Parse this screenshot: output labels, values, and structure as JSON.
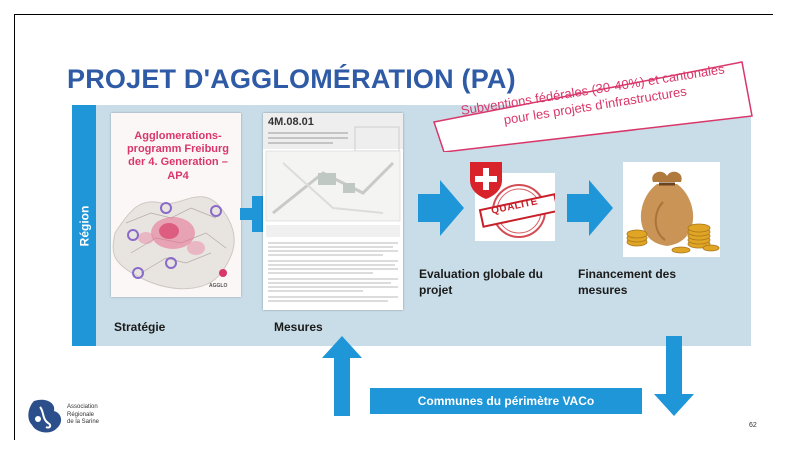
{
  "slide": {
    "title": "PROJET D'AGGLOMÉRATION (PA)",
    "page_number": "62"
  },
  "band": {
    "label": "Région"
  },
  "doc_strategy": {
    "title_lines": [
      "Agglomerations-",
      "programm Freiburg",
      "der 4. Generation – AP4"
    ],
    "logo_text": "AGGLO",
    "caption": "Stratégie"
  },
  "doc_measures": {
    "code": "4M.08.01",
    "caption": "Mesures"
  },
  "evaluation": {
    "stamp_text": "QUALITE",
    "caption_lines": [
      "Evaluation globale du",
      "projet"
    ]
  },
  "financing": {
    "caption_lines": [
      "Financement des",
      "mesures"
    ]
  },
  "subsidies": {
    "line1": "Subventions fédérales (30-40%) et cantonales",
    "line2": "pour les projets d’infrastructures"
  },
  "communes": {
    "label": "Communes du périmètre VACo"
  },
  "organisation": {
    "lines": [
      "Association",
      "Régionale",
      "de la Sarine"
    ]
  },
  "colors": {
    "title": "#2f5aa5",
    "accent_blue": "#1e96d8",
    "panel": "#c9dde8",
    "magenta": "#d9376a",
    "stamp_red": "#c8202a"
  }
}
